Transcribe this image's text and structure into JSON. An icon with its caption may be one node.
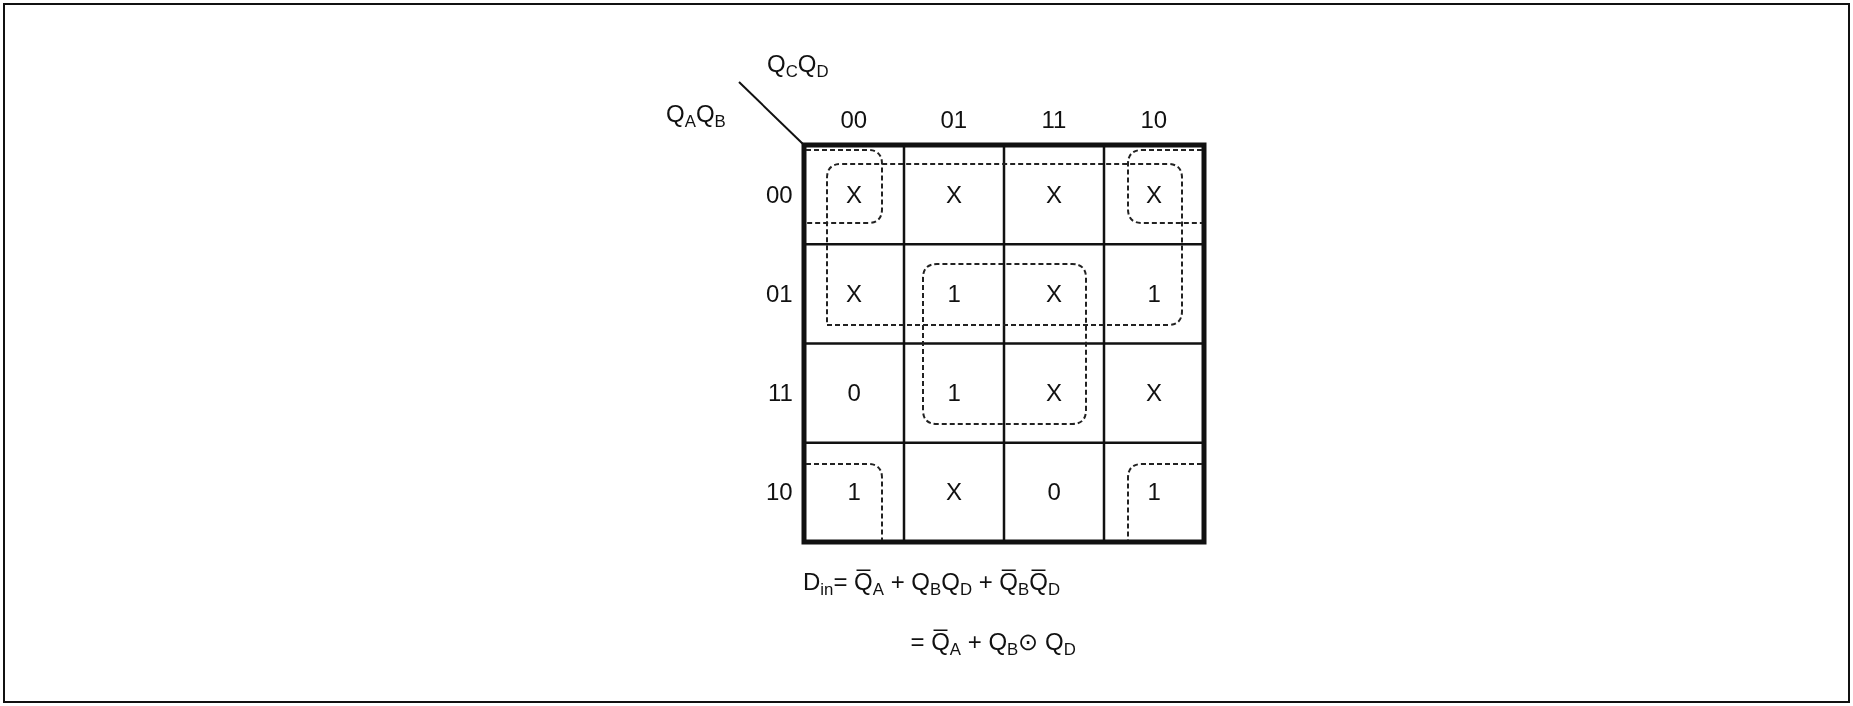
{
  "diagram": {
    "labels": [
      "Q$_{C}$Q$_{D}$",
      "Q$_{A}$Q$_{B}$",
      "00",
      "01",
      "11",
      "10",
      "00",
      "X",
      "X",
      "X",
      "X",
      "01",
      "X",
      "1",
      "X",
      "1",
      "11",
      "0",
      "1",
      "X",
      "X",
      "10",
      "1",
      "X",
      "0",
      "1",
      "D$_{in}$= Q̅$_{A}$ + Q$_{B}$Q$_{D}$ + Q̅$_{B}$Q̅$_{D}$",
      "= Q̅$_{A}$ + Q$_{B}$⊙ Q$_{D}$"
    ]
  }
}
